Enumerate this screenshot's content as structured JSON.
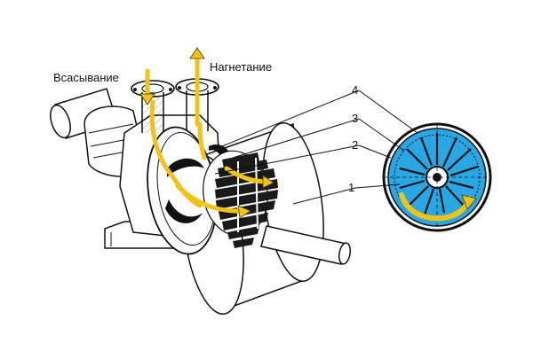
{
  "labels": {
    "suction": "Всасывание",
    "discharge": "Нагнетание"
  },
  "callouts": [
    "4",
    "3",
    "2",
    "1"
  ],
  "colors": {
    "flow_arrow": "#f2c315",
    "flow_arrow_outline": "#4a3a00",
    "water": "#29a7e4",
    "rotor_fin": "#1a1a1a",
    "casing_fill": "#ffffff",
    "outline": "#111111"
  }
}
